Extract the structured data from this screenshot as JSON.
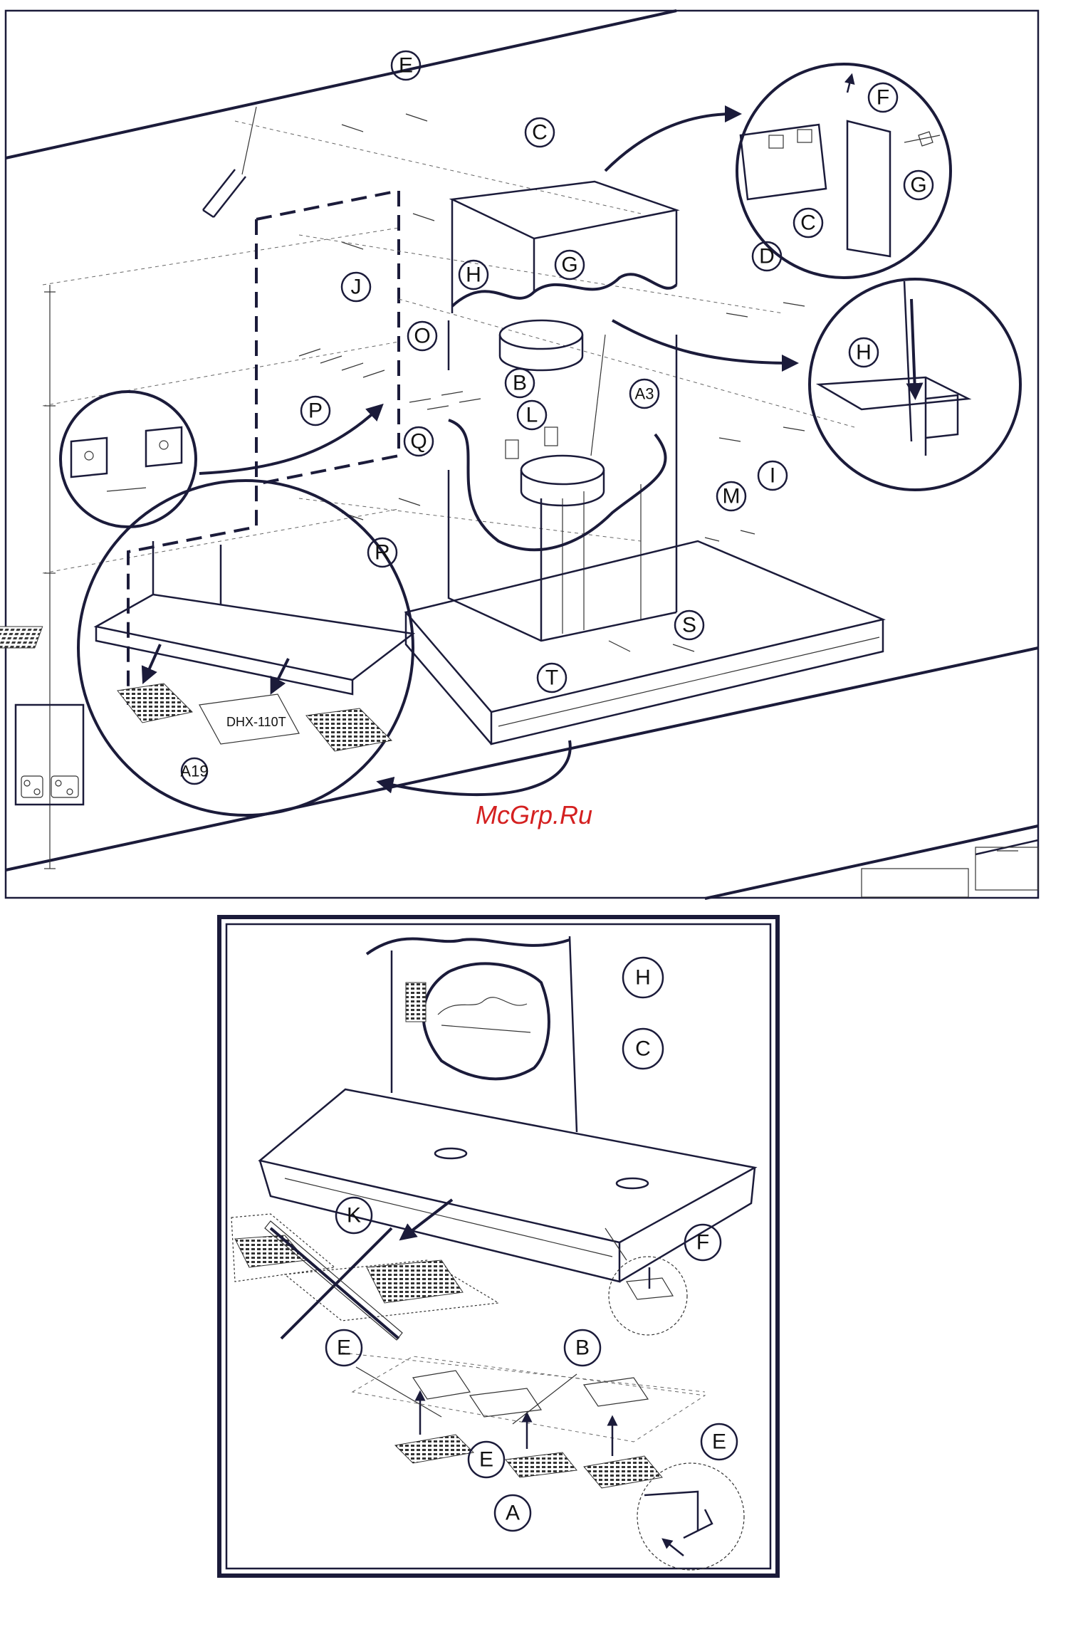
{
  "watermark": "McGrp.Ru",
  "model_code": "DHX-110T",
  "filter_ref": "A19",
  "top_labels": {
    "E": "E",
    "C": "C",
    "F": "F",
    "G1": "G",
    "C2": "C",
    "D": "D",
    "H1": "H",
    "G2": "G",
    "J": "J",
    "O": "O",
    "P": "P",
    "B": "B",
    "L": "L",
    "A3": "A3",
    "Q": "Q",
    "H2": "H",
    "I": "I",
    "M": "M",
    "R": "R",
    "S": "S",
    "T": "T"
  },
  "bottom_labels": {
    "H": "H",
    "C": "C",
    "K": "K",
    "F": "F",
    "E1": "E",
    "B": "B",
    "E2": "E",
    "E3": "E",
    "A": "A"
  },
  "colors": {
    "line": "#1b1b3a",
    "watermark": "#d42020",
    "background": "#ffffff"
  }
}
